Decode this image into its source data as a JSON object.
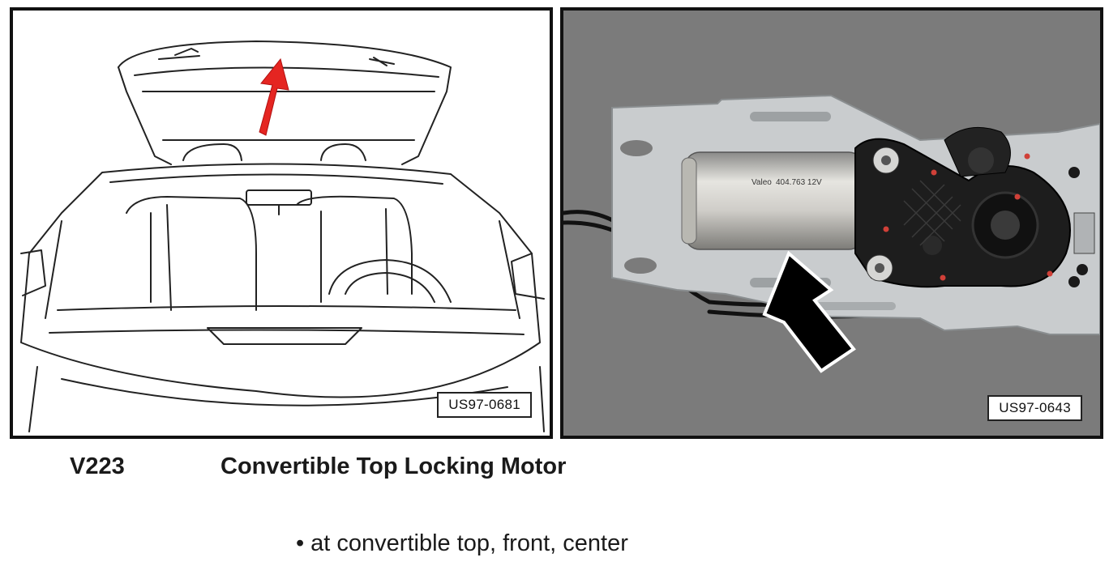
{
  "figures": {
    "left": {
      "label": "US97-0681"
    },
    "right": {
      "label": "US97-0643",
      "motor_print": [
        "Valeo",
        "404.763 12V"
      ]
    }
  },
  "component": {
    "code": "V223",
    "name": "Convertible Top Locking Motor",
    "location": "at convertible top, front, center",
    "bullet": "•"
  },
  "colors": {
    "arrow_left": "#e52521",
    "arrow_right": "#000000",
    "photo_background": "#7b7b7b"
  }
}
